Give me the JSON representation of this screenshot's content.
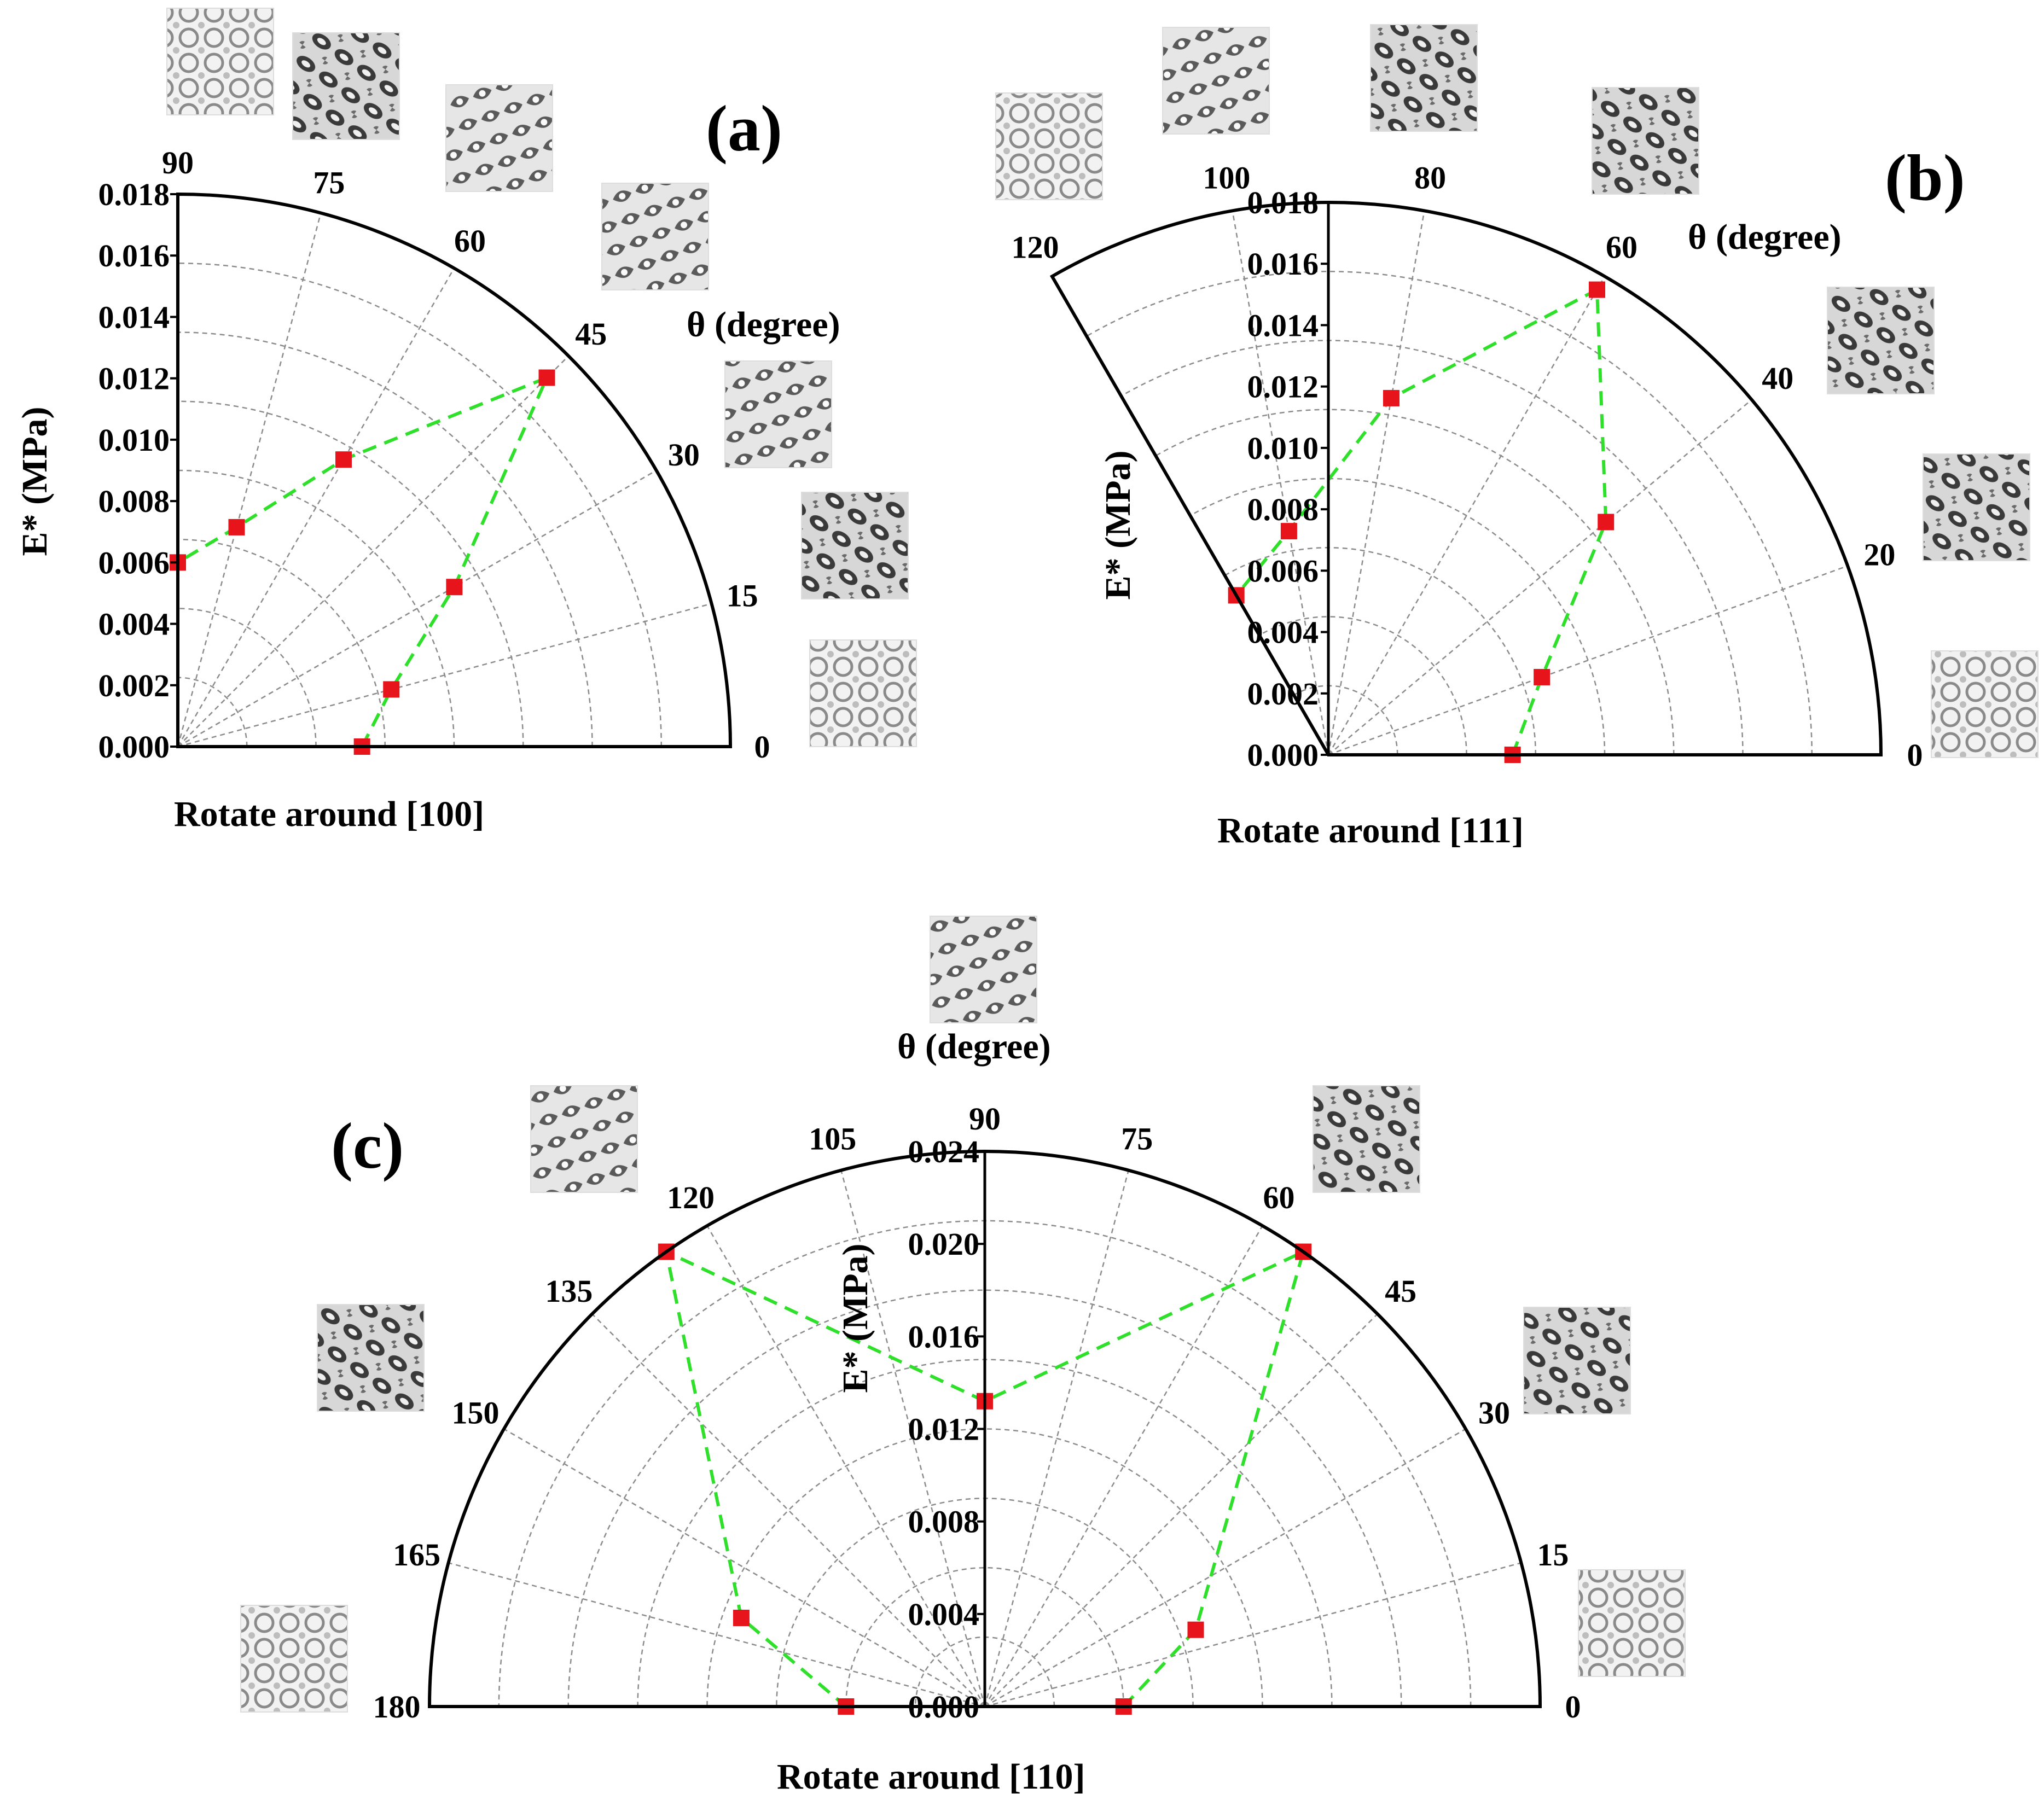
{
  "chart_data": [
    {
      "panel": "(a)",
      "type": "scatter",
      "coordinate_system": "polar",
      "theta_title": "θ (degree)",
      "r_title": "E* (MPa)",
      "xlabel": "Rotate around [100]",
      "theta_range": [
        0,
        90
      ],
      "theta_ticks": [
        "0",
        "15",
        "30",
        "45",
        "60",
        "75",
        "90"
      ],
      "r_range": [
        0,
        0.018
      ],
      "r_ticks": [
        "0.000",
        "0.002",
        "0.004",
        "0.006",
        "0.008",
        "0.010",
        "0.012",
        "0.014",
        "0.016",
        "0.018"
      ],
      "grid": true,
      "marker_color": "#e8141b",
      "line_color": "#2fe02a",
      "line_style": "dashed",
      "series": [
        {
          "theta": [
            0,
            15,
            30,
            45,
            60,
            75,
            90
          ],
          "r": [
            0.006,
            0.0072,
            0.0104,
            0.017,
            0.0108,
            0.0074,
            0.006
          ]
        }
      ],
      "insets": [
        "lattice-image-0",
        "lattice-image-15",
        "lattice-image-30",
        "lattice-image-45",
        "lattice-image-60",
        "lattice-image-75",
        "lattice-image-90"
      ]
    },
    {
      "panel": "(b)",
      "type": "scatter",
      "coordinate_system": "polar",
      "theta_title": "θ (degree)",
      "r_title": "E* (MPa)",
      "xlabel": "Rotate around [111]",
      "theta_range": [
        0,
        120
      ],
      "theta_ticks": [
        "0",
        "20",
        "40",
        "60",
        "80",
        "100",
        "120"
      ],
      "r_range": [
        0,
        0.018
      ],
      "r_ticks": [
        "0.000",
        "0.002",
        "0.004",
        "0.006",
        "0.008",
        "0.010",
        "0.012",
        "0.014",
        "0.016",
        "0.018"
      ],
      "grid": true,
      "marker_color": "#e8141b",
      "line_color": "#2fe02a",
      "line_style": "dashed",
      "series": [
        {
          "theta": [
            0,
            20,
            40,
            60,
            80,
            100,
            120
          ],
          "r": [
            0.006,
            0.0074,
            0.0118,
            0.0175,
            0.0118,
            0.0074,
            0.006
          ]
        }
      ],
      "insets": [
        "lattice-image-0",
        "lattice-image-20",
        "lattice-image-40",
        "lattice-image-60",
        "lattice-image-80",
        "lattice-image-100",
        "lattice-image-120"
      ]
    },
    {
      "panel": "(c)",
      "type": "scatter",
      "coordinate_system": "polar",
      "theta_title": "θ (degree)",
      "r_title": "E* (MPa)",
      "xlabel": "Rotate around [110]",
      "theta_range": [
        0,
        180
      ],
      "theta_ticks": [
        "0",
        "15",
        "30",
        "45",
        "60",
        "75",
        "90",
        "105",
        "120",
        "135",
        "150",
        "165",
        "180"
      ],
      "r_range": [
        0,
        0.024
      ],
      "r_ticks": [
        "0.000",
        "0.004",
        "0.008",
        "0.012",
        "0.016",
        "0.020",
        "0.024"
      ],
      "grid": true,
      "marker_color": "#e8141b",
      "line_color": "#2fe02a",
      "line_style": "dashed",
      "series": [
        {
          "theta": [
            0,
            20,
            55,
            90,
            125,
            160,
            180
          ],
          "r": [
            0.006,
            0.0097,
            0.024,
            0.0132,
            0.024,
            0.0112,
            0.006
          ]
        }
      ],
      "insets": [
        "lattice-image-0",
        "lattice-image-30",
        "lattice-image-60",
        "lattice-image-90",
        "lattice-image-120",
        "lattice-image-150",
        "lattice-image-180"
      ]
    }
  ]
}
